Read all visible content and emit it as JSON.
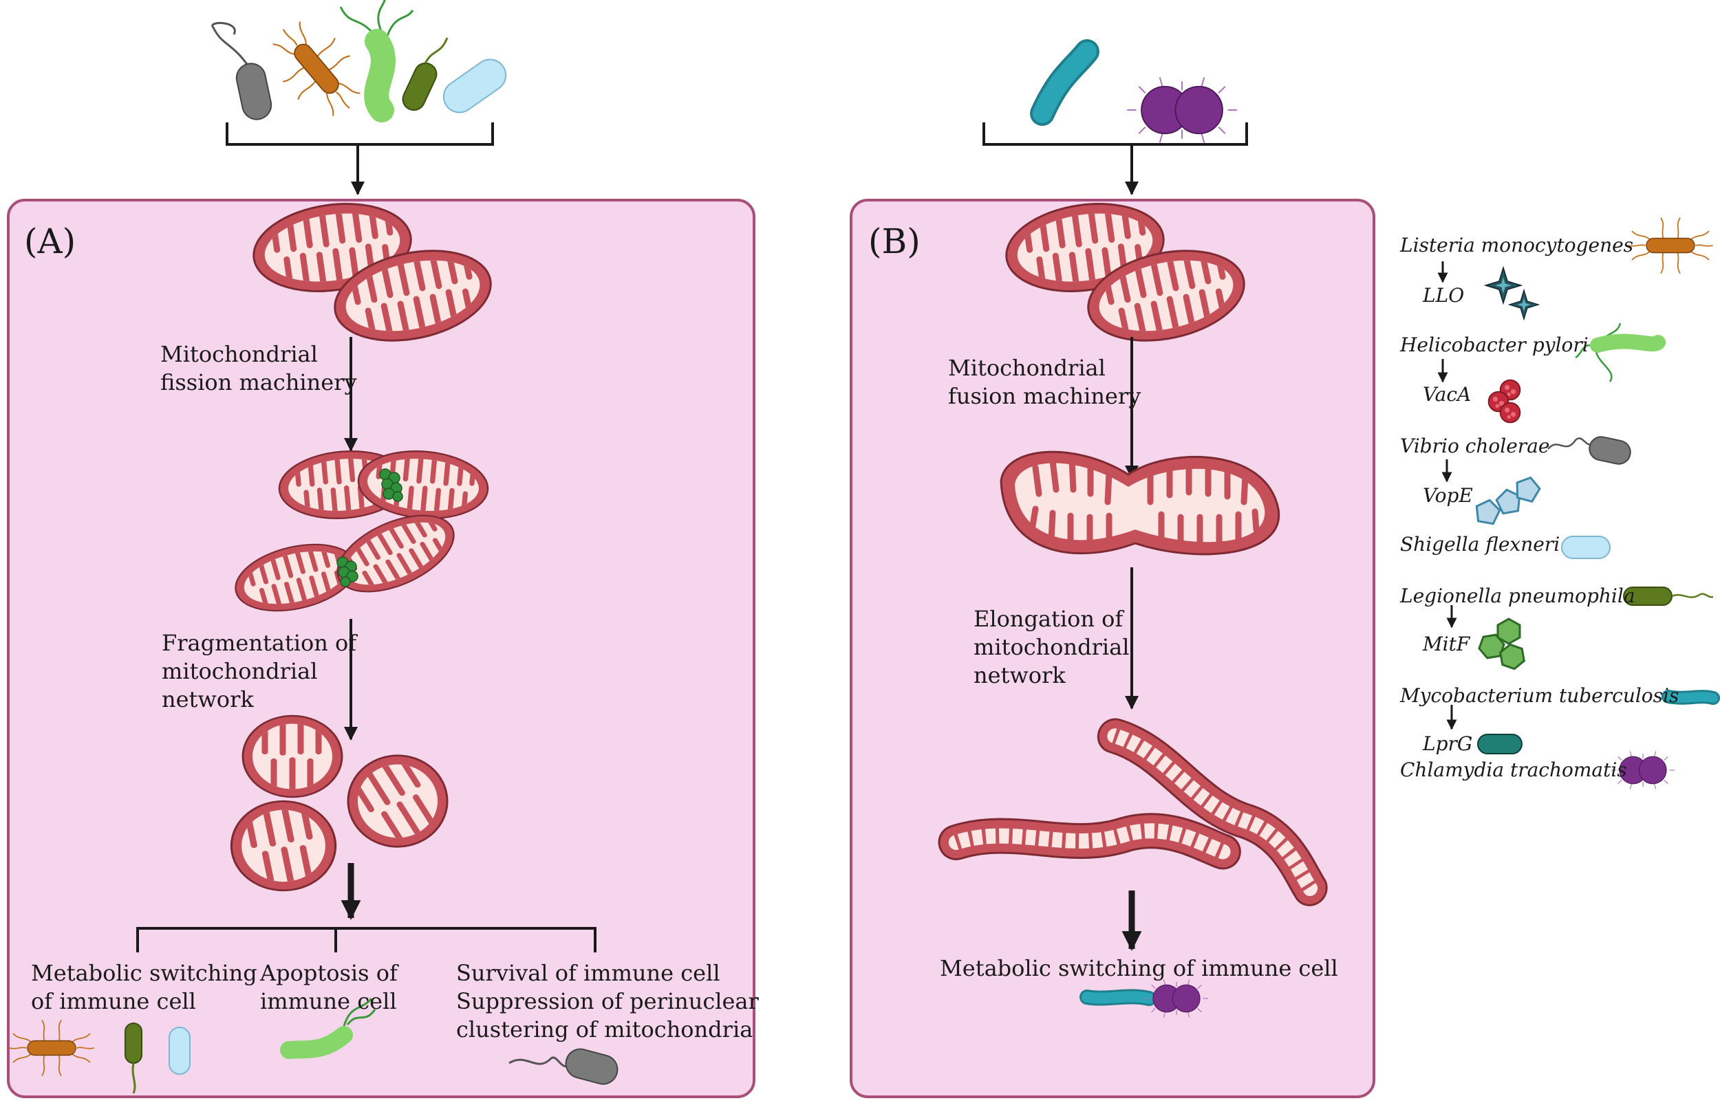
{
  "panel_a": {
    "label": "(A)",
    "step1": "Mitochondrial\nfission machinery",
    "step2": "Fragmentation of\nmitochondrial\nnetwork",
    "outcome1": "Metabolic switching\nof immune cell",
    "outcome2": "Apoptosis of\nimmune cell",
    "outcome3": "Survival of immune cell\nSuppression of perinuclear\nclustering of mitochondria"
  },
  "panel_b": {
    "label": "(B)",
    "step1": "Mitochondrial\nfusion machinery",
    "step2": "Elongation of\nmitochondrial\nnetwork",
    "outcome": "Metabolic switching of immune cell"
  },
  "legend": {
    "listeria": "Listeria monocytogenes",
    "llo": "LLO",
    "helicobacter": "Helicobacter pylori",
    "vaca": "VacA",
    "vibrio": "Vibrio cholerae",
    "vope": "VopE",
    "shigella": "Shigella flexneri",
    "legionella": "Legionella pneumophila",
    "mitf": "MitF",
    "mycobacterium": "Mycobacterium tuberculosis",
    "lprg": "LprG",
    "chlamydia": "Chlamydia trachomatis"
  },
  "colors": {
    "panel_fill": "#f5d6ec",
    "panel_border": "#a8507a",
    "mito_outer": "#c5505a",
    "mito_inner": "#fbe6e3",
    "listeria": "#c46f1a",
    "helicobacter": "#86d66a",
    "vibrio": "#7a7a7a",
    "shigella": "#bfe7f7",
    "legionella": "#5d7a1e",
    "mycobacterium": "#2aa5b5",
    "chlamydia": "#7a2f8a"
  }
}
